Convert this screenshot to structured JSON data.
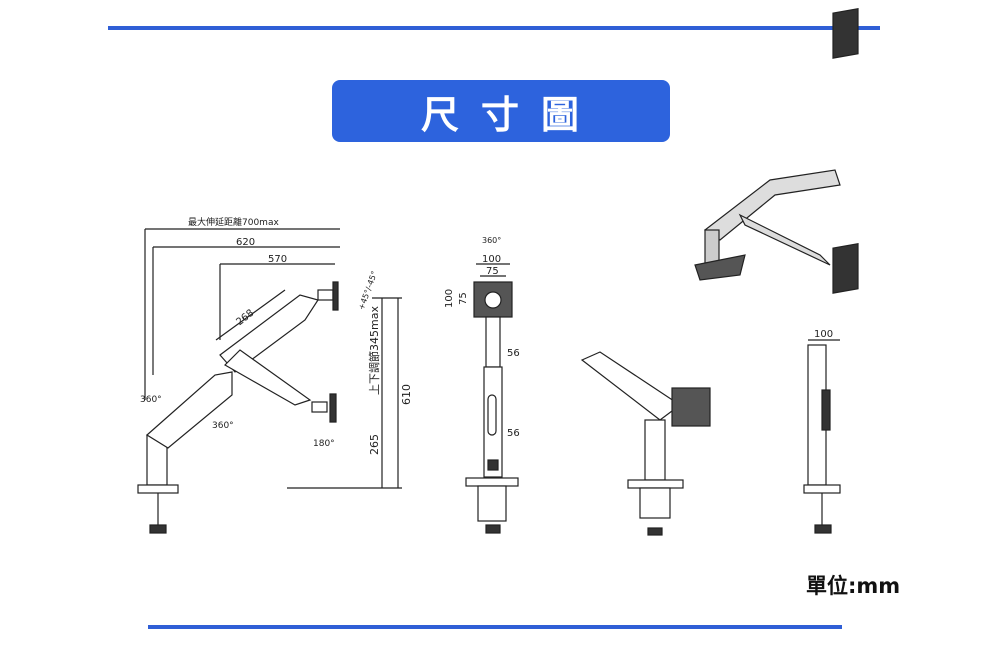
{
  "title": "尺寸圖",
  "unit_label": "單位:mm",
  "side_view": {
    "max_reach": "最大伸延距離700max",
    "dim_620": "620",
    "dim_570": "570",
    "dim_268": "268",
    "height_adjust": "上下調節345max",
    "dim_610": "610",
    "dim_265": "265",
    "rot_base": "360°",
    "rot_mid": "360°",
    "rot_head": "180°",
    "tilt": "+45°/-45°"
  },
  "front_view": {
    "rot": "360°",
    "vesa_w100": "100",
    "vesa_w75": "75",
    "vesa_h100": "100",
    "vesa_h75": "75",
    "dim_56a": "56",
    "dim_56b": "56"
  },
  "back_view": {
    "dim_100": "100"
  },
  "colors": {
    "accent": "#2d63dd"
  }
}
